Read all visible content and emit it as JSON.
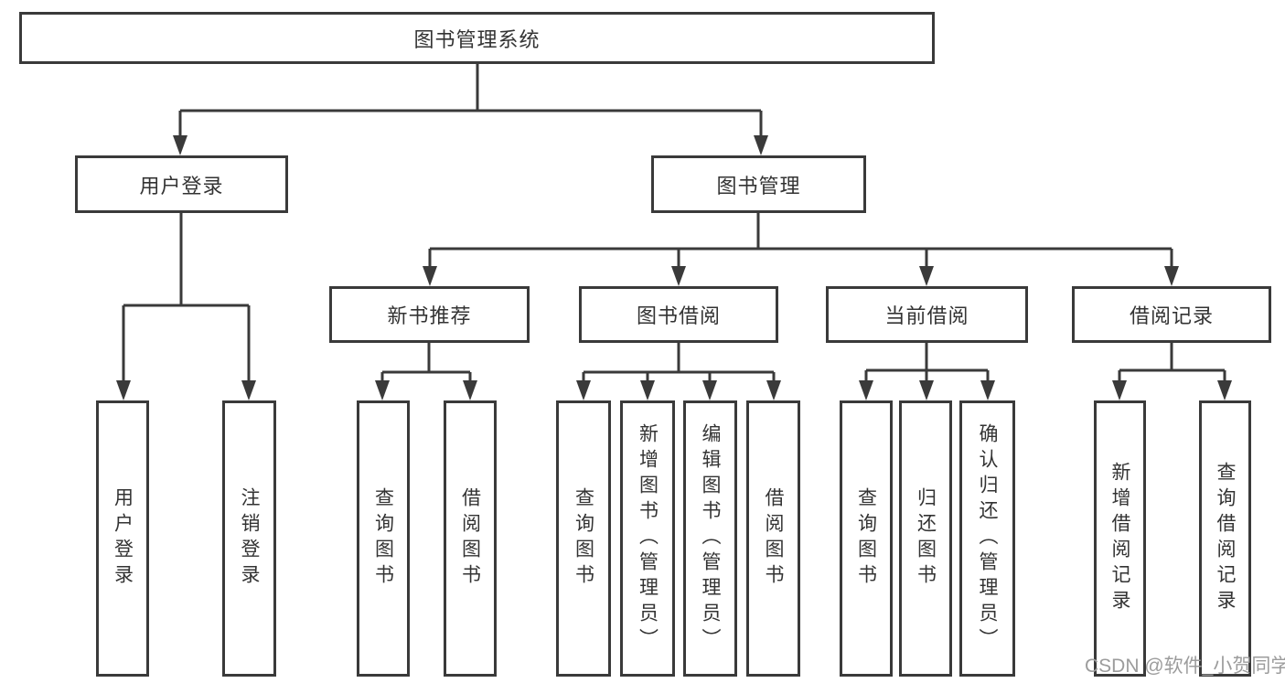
{
  "tree": {
    "root": {
      "label": "图书管理系统",
      "children": [
        {
          "label": "用户登录",
          "children": [
            {
              "label": "用户登录"
            },
            {
              "label": "注销登录"
            }
          ]
        },
        {
          "label": "图书管理",
          "children": [
            {
              "label": "新书推荐",
              "children": [
                {
                  "label": "查询图书"
                },
                {
                  "label": "借阅图书"
                }
              ]
            },
            {
              "label": "图书借阅",
              "children": [
                {
                  "label": "查询图书"
                },
                {
                  "label": "新增图书（管理员）"
                },
                {
                  "label": "编辑图书（管理员）"
                },
                {
                  "label": "借阅图书"
                }
              ]
            },
            {
              "label": "当前借阅",
              "children": [
                {
                  "label": "查询图书"
                },
                {
                  "label": "归还图书"
                },
                {
                  "label": "确认归还（管理员）"
                }
              ]
            },
            {
              "label": "借阅记录",
              "children": [
                {
                  "label": "新增借阅记录"
                },
                {
                  "label": "查询借阅记录"
                }
              ]
            }
          ]
        }
      ]
    }
  },
  "watermark": {
    "text": "CSDN @软件_小贺同学"
  },
  "colors": {
    "line": "#3a3a3a",
    "box_border": "#3a3a3a",
    "box_fill": "#ffffff",
    "text": "#333333",
    "watermark": "#9c9c9c",
    "background": "#ffffff"
  }
}
